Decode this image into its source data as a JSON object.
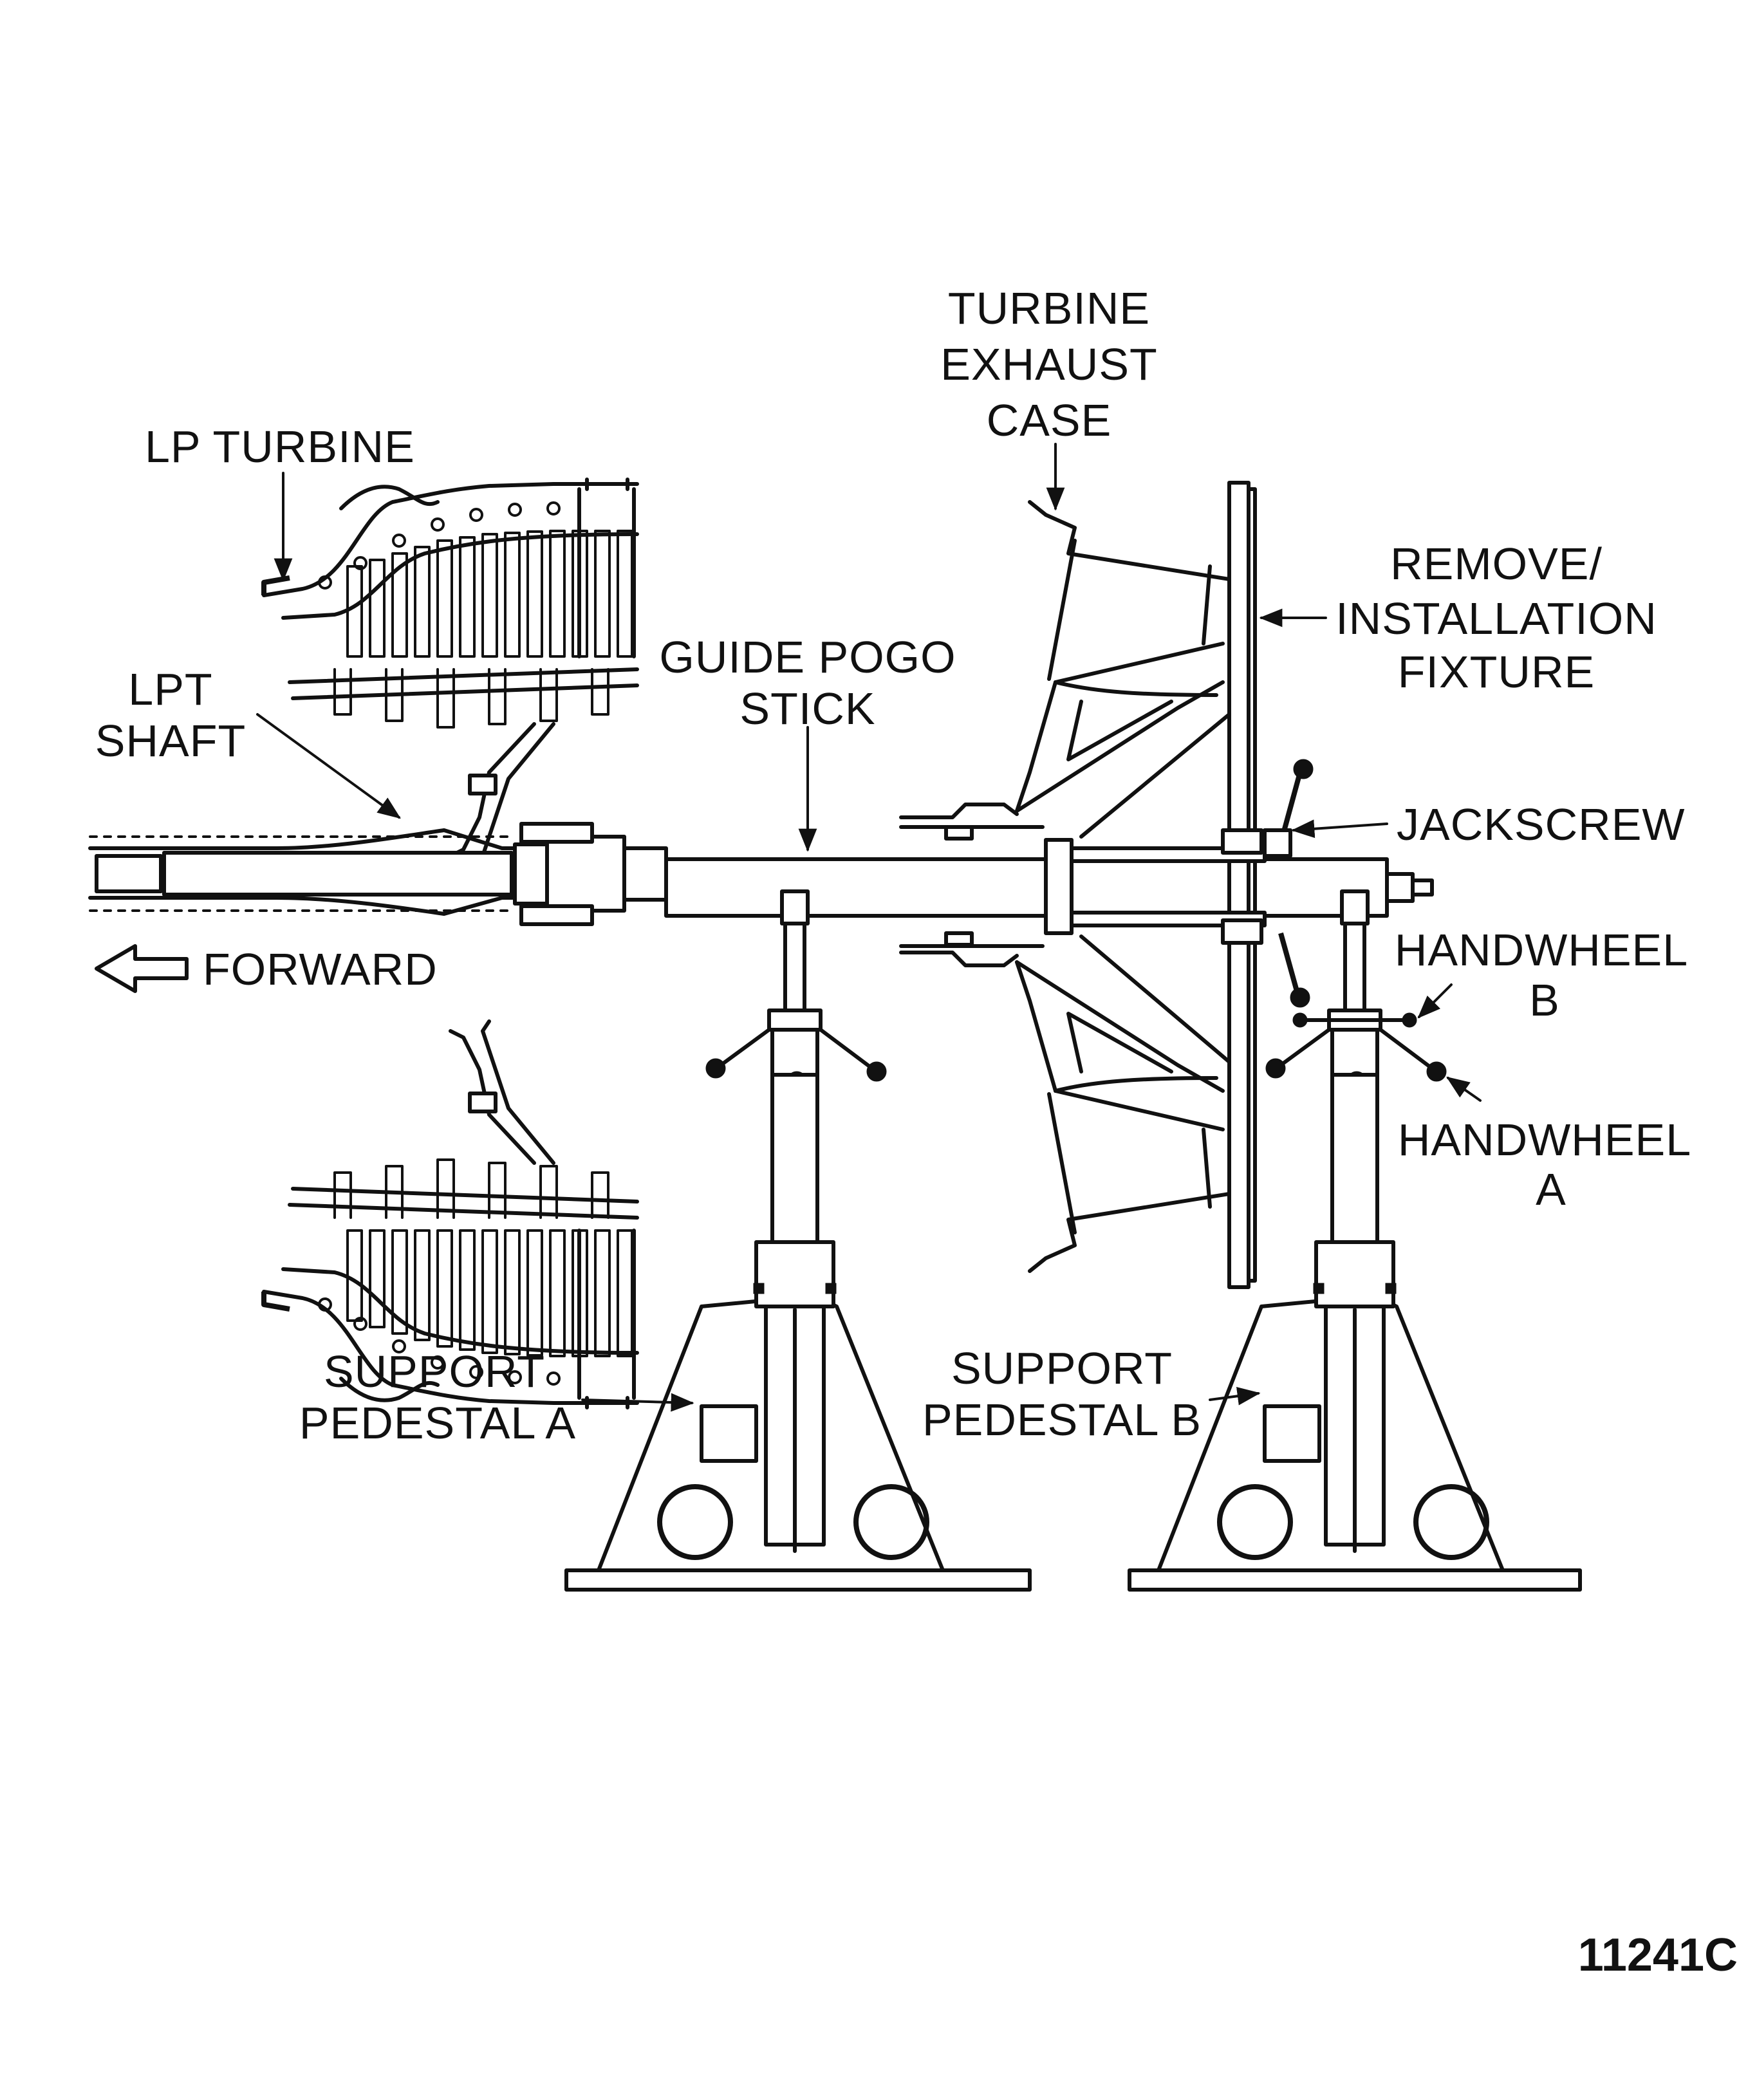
{
  "labels": {
    "lp_turbine": "LP TURBINE",
    "lpt_shaft_1": "LPT",
    "lpt_shaft_2": "SHAFT",
    "forward": "FORWARD",
    "guide_pogo_1": "GUIDE POGO",
    "guide_pogo_2": "STICK",
    "exhaust_1": "TURBINE",
    "exhaust_2": "EXHAUST",
    "exhaust_3": "CASE",
    "fixture_1": "REMOVE/",
    "fixture_2": "INSTALLATION",
    "fixture_3": "FIXTURE",
    "jackscrew": "JACKSCREW",
    "handwheel_b_1": "HANDWHEEL",
    "handwheel_b_2": "B",
    "handwheel_a_1": "HANDWHEEL",
    "handwheel_a_2": "A",
    "pedestal_a_1": "SUPPORT",
    "pedestal_a_2": "PEDESTAL A",
    "pedestal_b_1": "SUPPORT",
    "pedestal_b_2": "PEDESTAL B"
  },
  "figure_number": "11241C"
}
